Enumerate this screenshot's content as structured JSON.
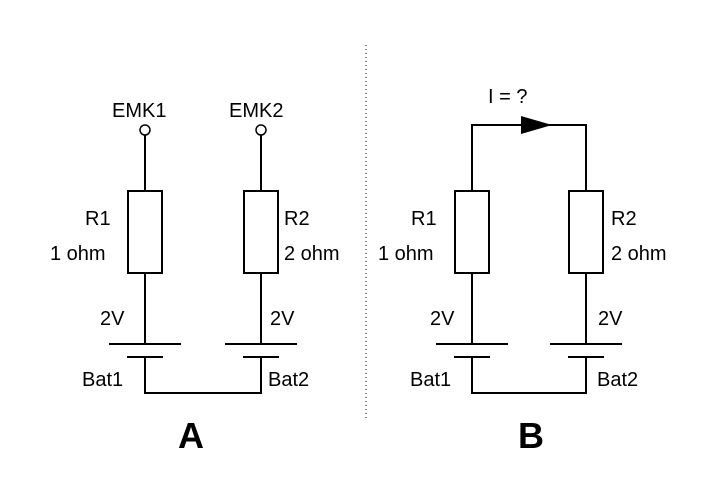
{
  "panel_a": {
    "title": "A",
    "terminal_left": "EMK1",
    "terminal_right": "EMK2",
    "resistor_left": {
      "name": "R1",
      "value": "1 ohm"
    },
    "resistor_right": {
      "name": "R2",
      "value": "2 ohm"
    },
    "battery_left": {
      "name": "Bat1",
      "voltage": "2V"
    },
    "battery_right": {
      "name": "Bat2",
      "voltage": "2V"
    }
  },
  "panel_b": {
    "title": "B",
    "current_label": "I = ?",
    "resistor_left": {
      "name": "R1",
      "value": "1 ohm"
    },
    "resistor_right": {
      "name": "R2",
      "value": "2 ohm"
    },
    "battery_left": {
      "name": "Bat1",
      "voltage": "2V"
    },
    "battery_right": {
      "name": "Bat2",
      "voltage": "2V"
    }
  }
}
